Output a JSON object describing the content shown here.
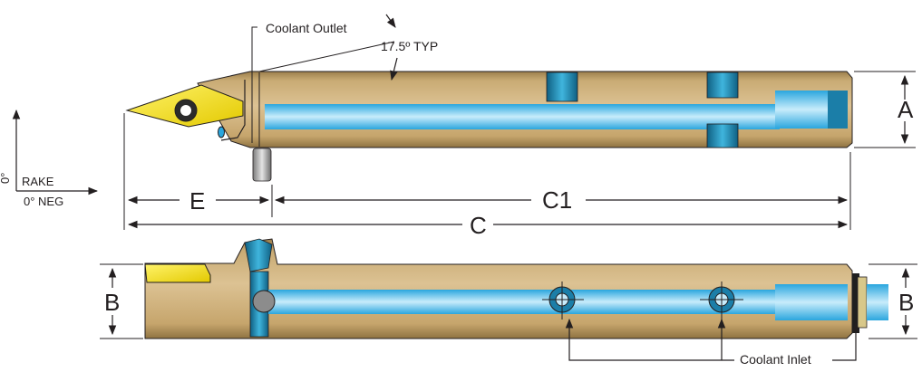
{
  "labels": {
    "coolant_outlet": "Coolant Outlet",
    "angle_typ": "17.5º TYP",
    "rake": "RAKE",
    "zero_neg": "0° NEG",
    "zero_vertical": "0°",
    "coolant_inlet": "Coolant Inlet"
  },
  "dimensions": {
    "A": "A",
    "B_left": "B",
    "B_right": "B",
    "C": "C",
    "C1": "C1",
    "E": "E"
  },
  "colors": {
    "body_light": "#d9bd8a",
    "body_dark": "#9c7f4c",
    "coolant_light": "#c8ecfb",
    "coolant_dark": "#2aa6de",
    "insert_yellow": "#f5e600",
    "clamp_teal": "#1b7ea8",
    "line": "#231f20"
  }
}
